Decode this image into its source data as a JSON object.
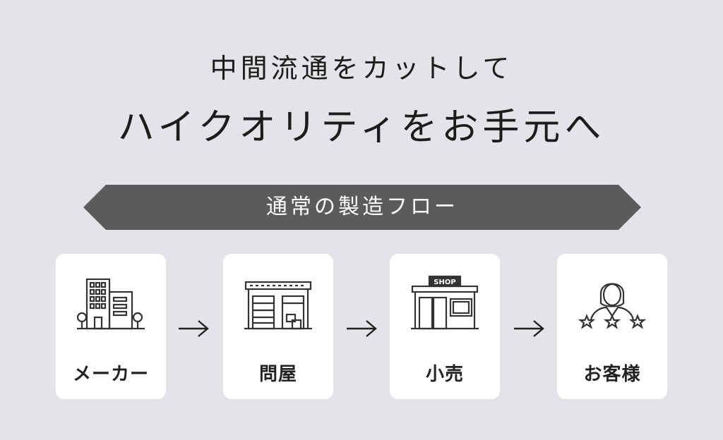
{
  "headline": {
    "line1": "中間流通をカットして",
    "line2": "ハイクオリティをお手元へ"
  },
  "banner": {
    "label": "通常の製造フロー",
    "color": "#5b5b5b"
  },
  "flow": [
    {
      "label": "メーカー",
      "icon": "factory-building-icon"
    },
    {
      "label": "問屋",
      "icon": "warehouse-icon"
    },
    {
      "label": "小売",
      "icon": "shop-icon",
      "sign": "SHOP"
    },
    {
      "label": "お客様",
      "icon": "customer-rating-icon"
    }
  ],
  "colors": {
    "background": "#e3e4e8",
    "card": "#ffffff",
    "icon_stroke": "#333333"
  }
}
